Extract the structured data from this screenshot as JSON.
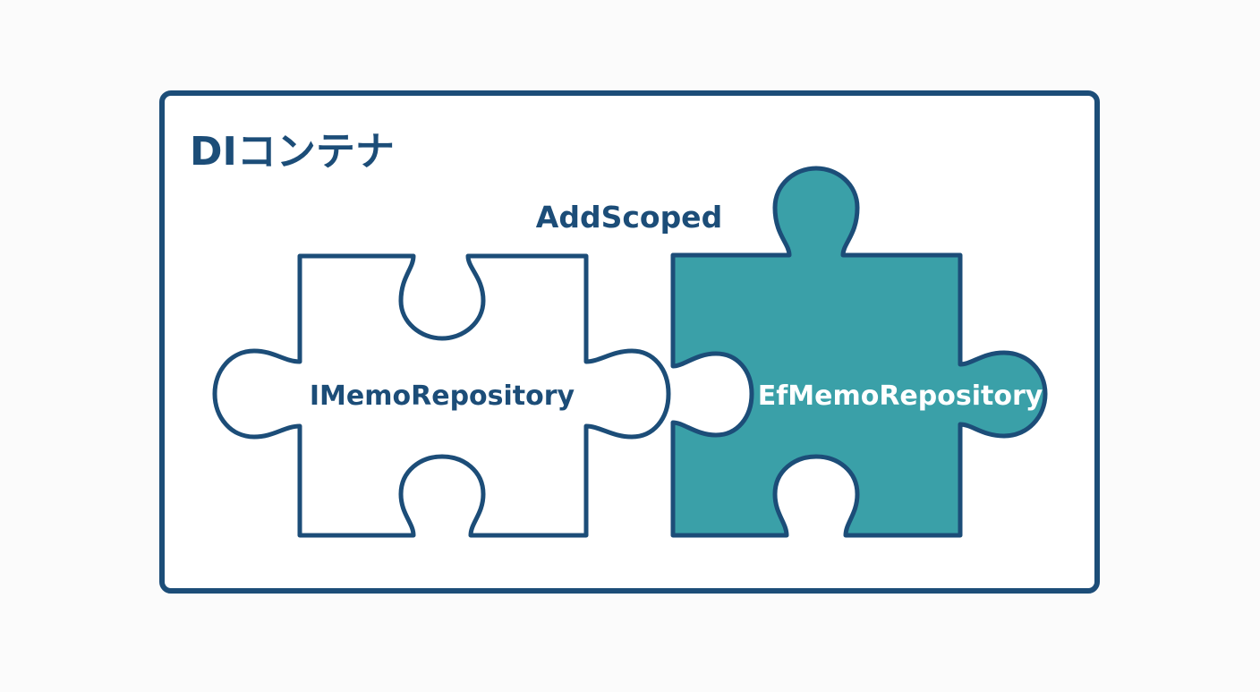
{
  "diagram": {
    "container": {
      "title": "DIコンテナ"
    },
    "relation_label": "AddScoped",
    "pieces": [
      {
        "label": "IMemoRepository",
        "fill": "#ffffff",
        "text_color": "#1c4d78"
      },
      {
        "label": "EfMemoRepository",
        "fill": "#3aa0a8",
        "text_color": "#ffffff"
      }
    ],
    "colors": {
      "outline": "#1c4d78",
      "background": "#fbfbfb",
      "container_fill": "#ffffff",
      "accent": "#3aa0a8"
    }
  }
}
